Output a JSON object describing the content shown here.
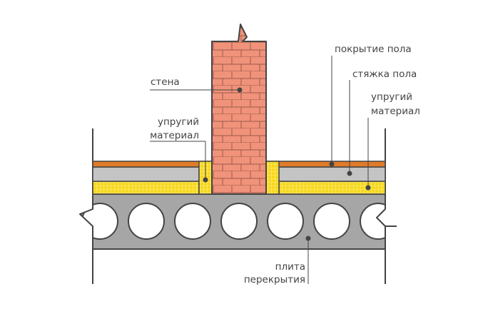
{
  "labels": {
    "wall": "стена",
    "floor_covering": "покрытие пола",
    "screed": "стяжка пола",
    "elastic_right_1": "упругий",
    "elastic_right_2": "материал",
    "elastic_left_1": "упругий",
    "elastic_left_2": "материал",
    "slab_1": "плита",
    "slab_2": "перекрытия"
  },
  "colors": {
    "brick": "#f0937a",
    "brick_line": "#9e5a4a",
    "floor_covering": "#e07b2a",
    "screed": "#c4c4c4",
    "elastic": "#f7d81c",
    "slab": "#a6a6a6",
    "outline": "#444444",
    "label_text": "#444444"
  }
}
